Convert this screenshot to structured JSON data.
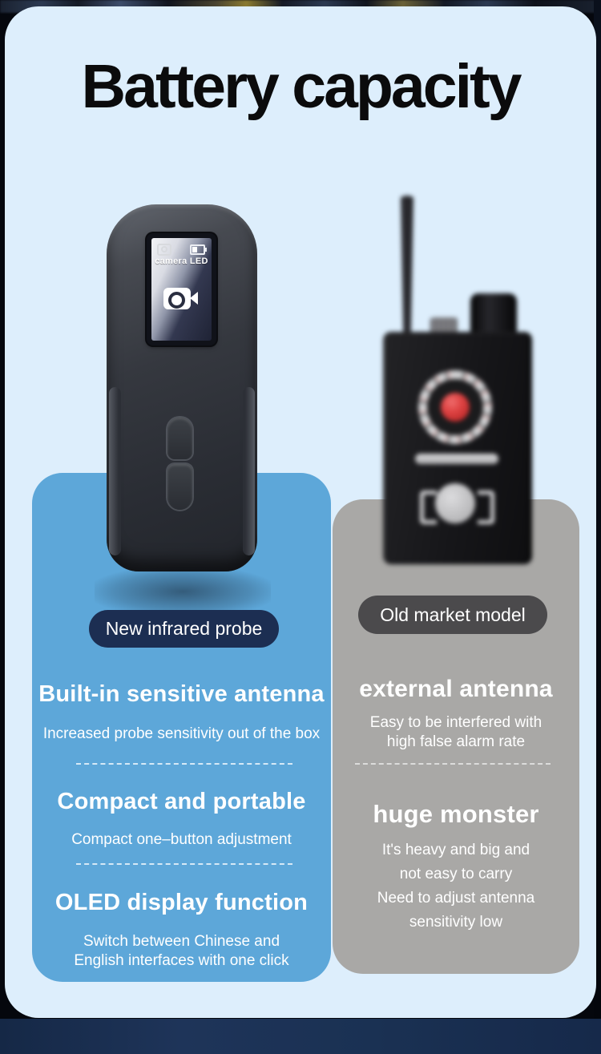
{
  "title": "Battery capacity",
  "left": {
    "pill": "New infrared probe",
    "s1_heading": "Built-in sensitive antenna",
    "s1_body": "Increased probe sensitivity out of the box",
    "s2_heading": "Compact and portable",
    "s2_body": "Compact one–button adjustment",
    "s3_heading": "OLED display function",
    "s3_body_line1": "Switch between Chinese and",
    "s3_body_line2": "English interfaces with one click"
  },
  "right": {
    "pill": "Old market model",
    "s1_heading": "external antenna",
    "s1_body_line1": "Easy to be interfered with",
    "s1_body_line2": "high false alarm rate",
    "s2_heading": "huge monster",
    "s2_body_line1": "It's heavy and big and",
    "s2_body_line2": "not easy to carry",
    "s2_body_line3": "Need to adjust antenna",
    "s2_body_line4": "sensitivity low"
  },
  "device_screen": {
    "label": "camera LED"
  },
  "colors": {
    "card_bg": "#ddeefc",
    "accent_blue_panel": "#5da7d9",
    "gray_panel": "#a9a8a6",
    "pill_navy": "#1c2e52",
    "pill_gray": "#4b4a4c",
    "footer_navy": "#1a3153",
    "title_text": "#0b0b0c",
    "lens_red": "#d83a3a"
  }
}
